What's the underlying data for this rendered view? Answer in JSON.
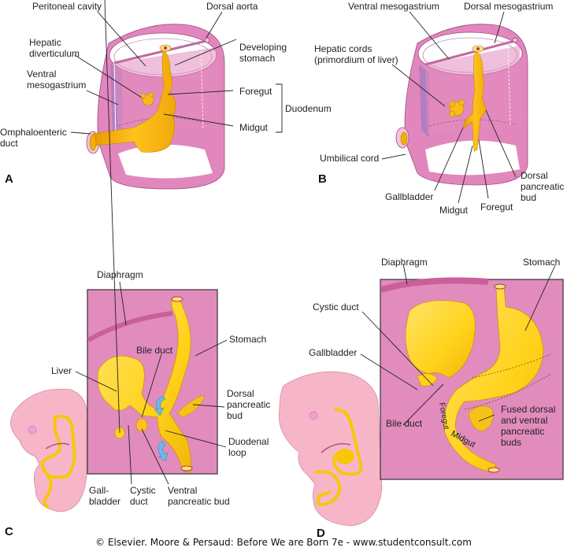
{
  "figure": {
    "colors": {
      "body_wall": "#e287bd",
      "body_wall_dark": "#c06aa0",
      "mesentery_side": "#b37ec0",
      "gut": "#f7b512",
      "gut_light": "#ffd84a",
      "inset_bg": "#e18cbd",
      "diaphragm": "#c9609a",
      "embryo": "#f6b6c8",
      "arrow": "#6cb9e3"
    },
    "panels": [
      {
        "id": "A",
        "letter": "A",
        "labels": [
          "Peritoneal cavity",
          "Dorsal aorta",
          "Hepatic diverticulum",
          "Developing stomach",
          "Ventral mesogastrium",
          "Foregut",
          "Duodenum",
          "Midgut",
          "Omphaloenteric duct"
        ]
      },
      {
        "id": "B",
        "letter": "B",
        "labels": [
          "Ventral mesogastrium",
          "Dorsal mesogastrium",
          "Hepatic cords (primordium of liver)",
          "Umbilical cord",
          "Gallbladder",
          "Midgut",
          "Foregut",
          "Dorsal pancreatic bud"
        ]
      },
      {
        "id": "C",
        "letter": "C",
        "labels": [
          "Diaphragm",
          "Bile duct",
          "Stomach",
          "Liver",
          "Dorsal pancreatic bud",
          "Duodenal loop",
          "Gall-bladder",
          "Cystic duct",
          "Ventral pancreatic bud"
        ]
      },
      {
        "id": "D",
        "letter": "D",
        "labels": [
          "Diaphragm",
          "Stomach",
          "Cystic duct",
          "Gallbladder",
          "Bile duct",
          "Foregut",
          "Midgut",
          "Fused dorsal and ventral pancreatic buds"
        ]
      }
    ],
    "text": {
      "a_peritoneal": "Peritoneal cavity",
      "a_dorsal_aorta": "Dorsal aorta",
      "a_hepatic_1": "Hepatic",
      "a_hepatic_2": "diverticulum",
      "a_dev_stomach_1": "Developing",
      "a_dev_stomach_2": "stomach",
      "a_ventral_meso_1": "Ventral",
      "a_ventral_meso_2": "mesogastrium",
      "a_foregut": "Foregut",
      "a_duodenum": "Duodenum",
      "a_midgut": "Midgut",
      "a_omph_1": "Omphaloenteric",
      "a_omph_2": "duct",
      "b_ventral_meso": "Ventral mesogastrium",
      "b_dorsal_meso": "Dorsal mesogastrium",
      "b_hepatic_1": "Hepatic cords",
      "b_hepatic_2": "(primordium of liver)",
      "b_umbilical": "Umbilical cord",
      "b_gallbladder": "Gallbladder",
      "b_midgut": "Midgut",
      "b_foregut": "Foregut",
      "b_dorsal_panc_1": "Dorsal",
      "b_dorsal_panc_2": "pancreatic",
      "b_dorsal_panc_3": "bud",
      "c_diaphragm": "Diaphragm",
      "c_bile_duct": "Bile duct",
      "c_stomach": "Stomach",
      "c_liver": "Liver",
      "c_dorsal_panc_1": "Dorsal",
      "c_dorsal_panc_2": "pancreatic",
      "c_dorsal_panc_3": "bud",
      "c_duodenal_1": "Duodenal",
      "c_duodenal_2": "loop",
      "c_gall_1": "Gall-",
      "c_gall_2": "bladder",
      "c_cystic_1": "Cystic",
      "c_cystic_2": "duct",
      "c_ventral_panc_1": "Ventral",
      "c_ventral_panc_2": "pancreatic bud",
      "d_diaphragm": "Diaphragm",
      "d_stomach": "Stomach",
      "d_cystic": "Cystic duct",
      "d_gallbladder": "Gallbladder",
      "d_bile_duct": "Bile duct",
      "d_foregut": "Foregut",
      "d_midgut": "Midgut",
      "d_fused_1": "Fused dorsal",
      "d_fused_2": "and ventral",
      "d_fused_3": "pancreatic",
      "d_fused_4": "buds"
    },
    "credit": "© Elsevier. Moore & Persaud: Before We are Born 7e - www.studentconsult.com"
  }
}
